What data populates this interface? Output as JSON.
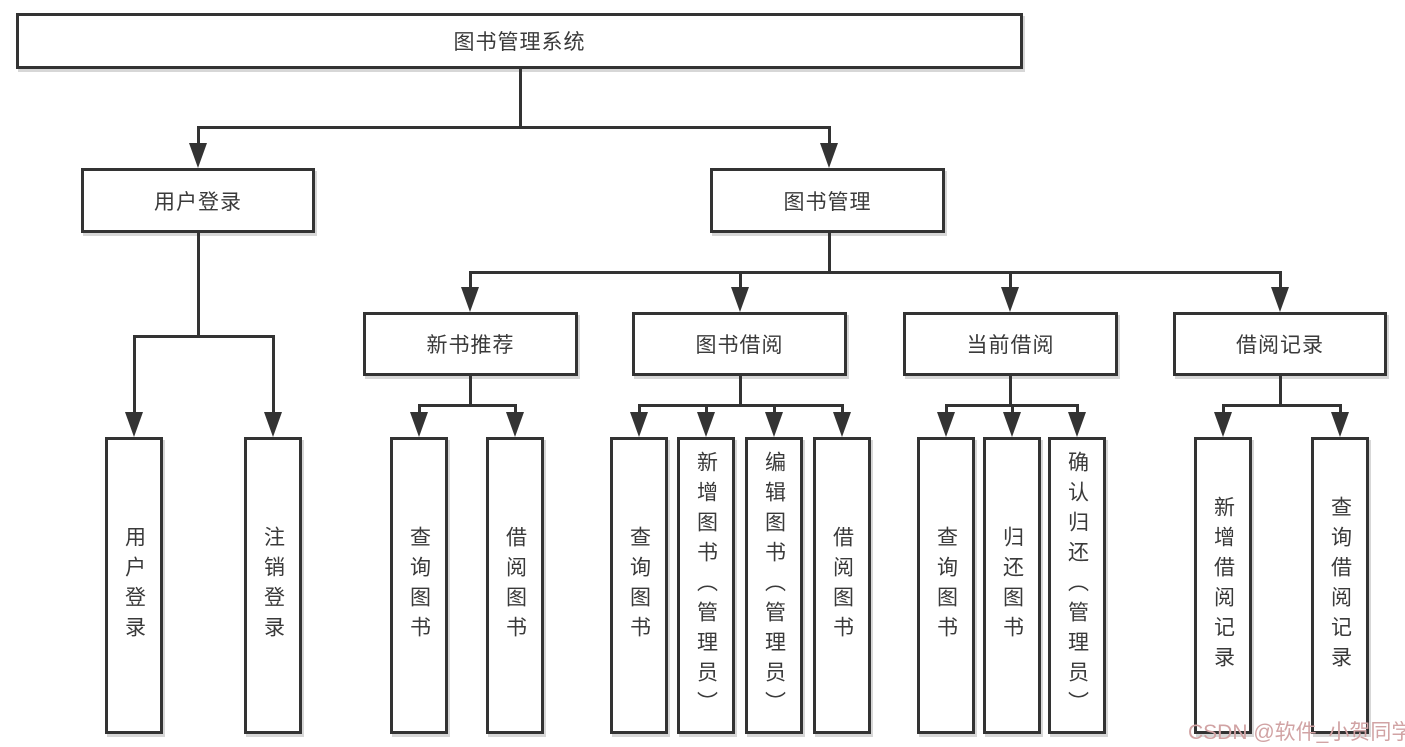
{
  "tree": {
    "root": {
      "label": "图书管理系统",
      "children": [
        {
          "label": "用户登录",
          "children": [
            {
              "label": "用户登录"
            },
            {
              "label": "注销登录"
            }
          ]
        },
        {
          "label": "图书管理",
          "children": [
            {
              "label": "新书推荐",
              "children": [
                {
                  "label": "查询图书"
                },
                {
                  "label": "借阅图书"
                }
              ]
            },
            {
              "label": "图书借阅",
              "children": [
                {
                  "label": "查询图书"
                },
                {
                  "label": "新增图书（管理员）"
                },
                {
                  "label": "编辑图书（管理员）"
                },
                {
                  "label": "借阅图书"
                }
              ]
            },
            {
              "label": "当前借阅",
              "children": [
                {
                  "label": "查询图书"
                },
                {
                  "label": "归还图书"
                },
                {
                  "label": "确认归还（管理员）"
                }
              ]
            },
            {
              "label": "借阅记录",
              "children": [
                {
                  "label": "新增借阅记录"
                },
                {
                  "label": "查询借阅记录"
                }
              ]
            }
          ]
        }
      ]
    }
  },
  "watermark": {
    "text": "CSDN @软件_小贺同学"
  },
  "colors": {
    "line": "#333333",
    "watermark": "#d1a3a4"
  }
}
